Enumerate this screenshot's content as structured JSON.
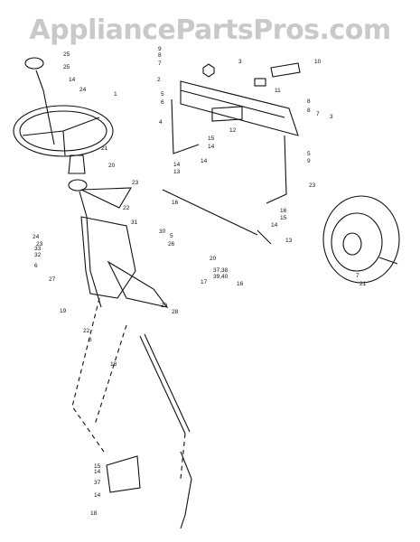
{
  "watermark": "AppliancePartsPros.com",
  "labels": {
    "l1": "1",
    "l2": "2",
    "l3a": "3",
    "l3b": "3",
    "l4": "4",
    "l5a": "5",
    "l5b": "5",
    "l5c": "5",
    "l6a": "6",
    "l6b": "6",
    "l6c": "6",
    "l7a": "7",
    "l7b": "7",
    "l7c": "7",
    "l8a": "8",
    "l8b": "8",
    "l8c": "8",
    "l9a": "9",
    "l9b": "9",
    "l10": "10",
    "l11": "11",
    "l12": "12",
    "l13a": "13",
    "l13b": "13",
    "l14a": "14",
    "l14b": "14",
    "l14c": "14",
    "l14d": "14",
    "l14e": "14",
    "l14f": "14",
    "l14g": "14",
    "l15a": "15",
    "l15b": "15",
    "l15c": "15",
    "l16a": "16",
    "l16b": "16",
    "l16c": "16",
    "l17": "17",
    "l18a": "18",
    "l18b": "18",
    "l19": "19",
    "l20a": "20",
    "l20b": "20",
    "l21a": "21",
    "l21b": "21",
    "l22a": "22",
    "l22b": "22",
    "l23a": "23",
    "l23b": "23",
    "l23c": "23",
    "l24a": "24",
    "l24b": "24",
    "l25a": "25",
    "l25b": "25",
    "l26": "26",
    "l27": "27",
    "l28": "28",
    "l29": "29",
    "l30": "30",
    "l31": "31",
    "l32": "32",
    "l33": "33",
    "l37": "37",
    "l3738": "37,38",
    "l3940": "39,40"
  }
}
